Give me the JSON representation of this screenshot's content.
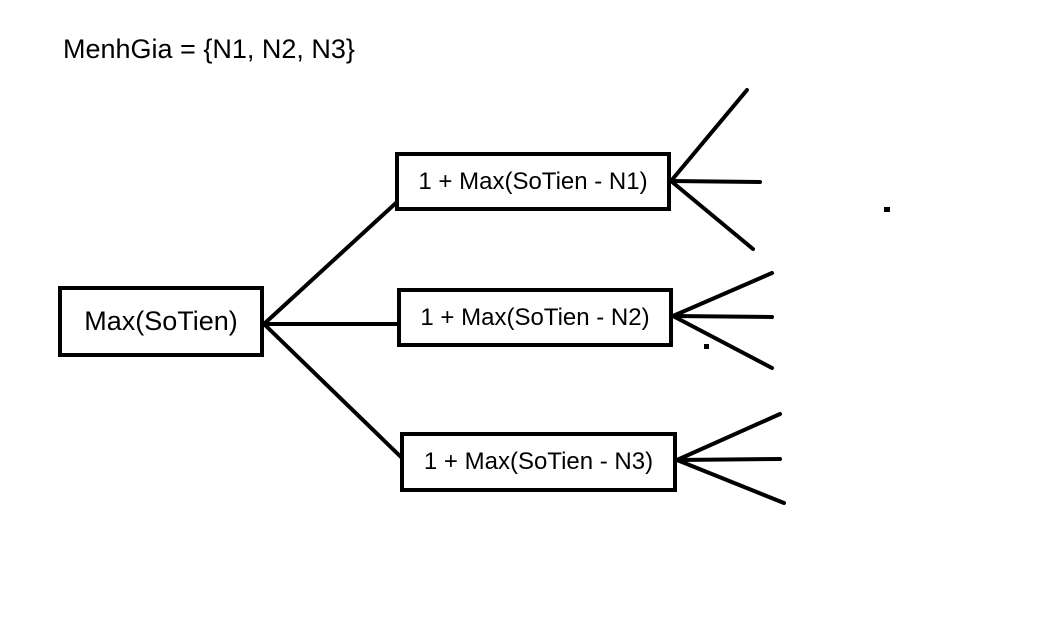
{
  "title": "MenhGia = {N1, N2, N3}",
  "root": {
    "label": "Max(SoTien)"
  },
  "children": [
    {
      "label": "1 + Max(SoTien - N1)"
    },
    {
      "label": "1 + Max(SoTien - N2)"
    },
    {
      "label": "1 + Max(SoTien - N3)"
    }
  ],
  "colors": {
    "stroke": "#000000",
    "background": "#ffffff"
  }
}
